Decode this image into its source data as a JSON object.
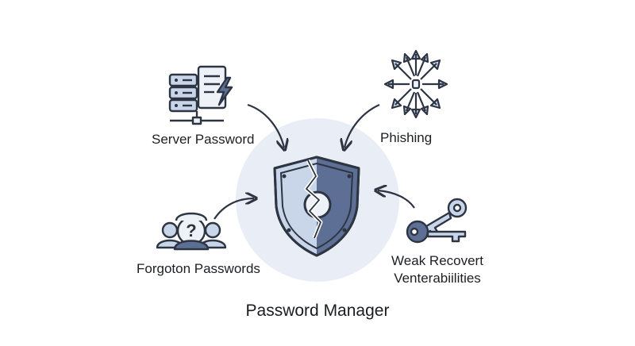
{
  "diagram": {
    "title": "Password Manager",
    "threats": {
      "server": {
        "label": "Server Password"
      },
      "phishing": {
        "label": "Phishing"
      },
      "forgotten": {
        "label": "Forgoton Passwords"
      },
      "recovery": {
        "line1": "Weak Recovert",
        "line2": "Venterabiilities"
      }
    },
    "center_icon": "broken-shield-icon",
    "colors": {
      "halo": "#e9eef6",
      "shield_light": "#c9d6ea",
      "shield_dark": "#5d6f94",
      "outline": "#2d3442",
      "icon_fill": "#b9c9e4"
    }
  }
}
